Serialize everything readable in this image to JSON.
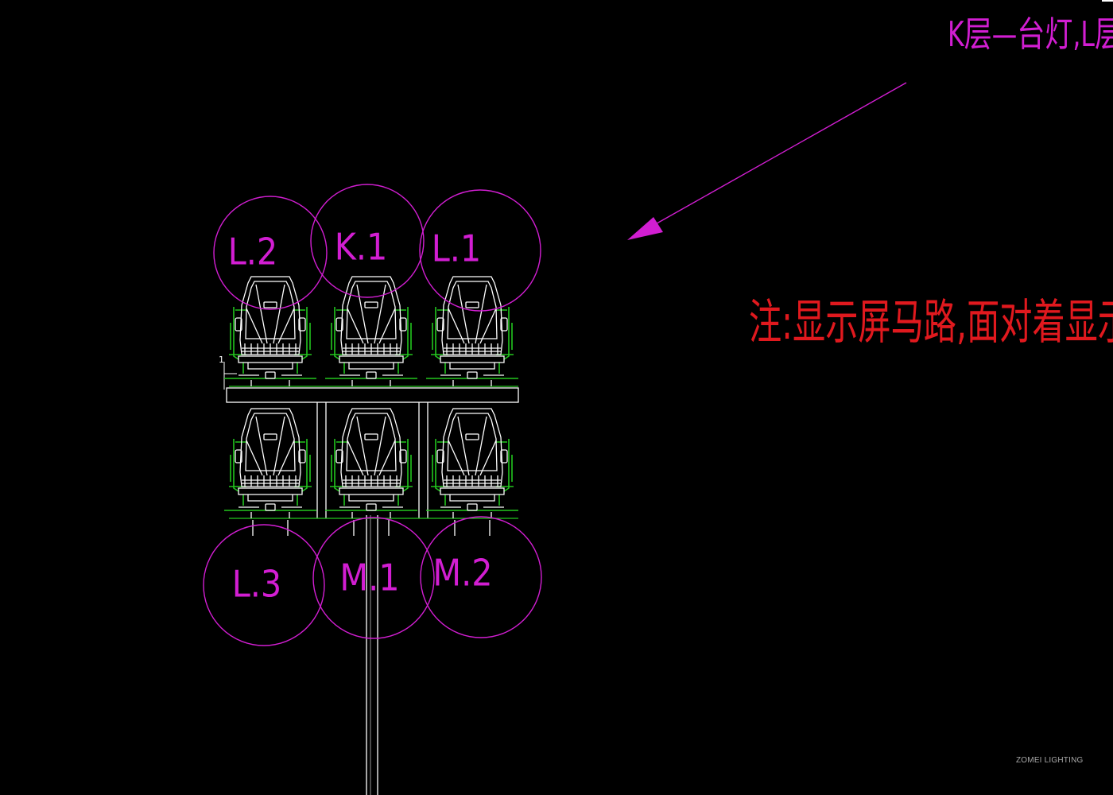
{
  "annotations": {
    "top_note": "K层—台灯,L层",
    "side_note": "注:显示屏马路,面对着显示"
  },
  "groups": [
    {
      "label": "L.2"
    },
    {
      "label": "K.1"
    },
    {
      "label": "L.1"
    },
    {
      "label": "L.3"
    },
    {
      "label": "M.1"
    },
    {
      "label": "M.2"
    }
  ],
  "dimension_mark": "1",
  "watermark": "ZOMEI LIGHTING",
  "colors": {
    "background": "#000000",
    "annotation": "#d21ed2",
    "note": "#e0191e",
    "fixture": "#ffffff",
    "bracket": "#22c51e"
  }
}
